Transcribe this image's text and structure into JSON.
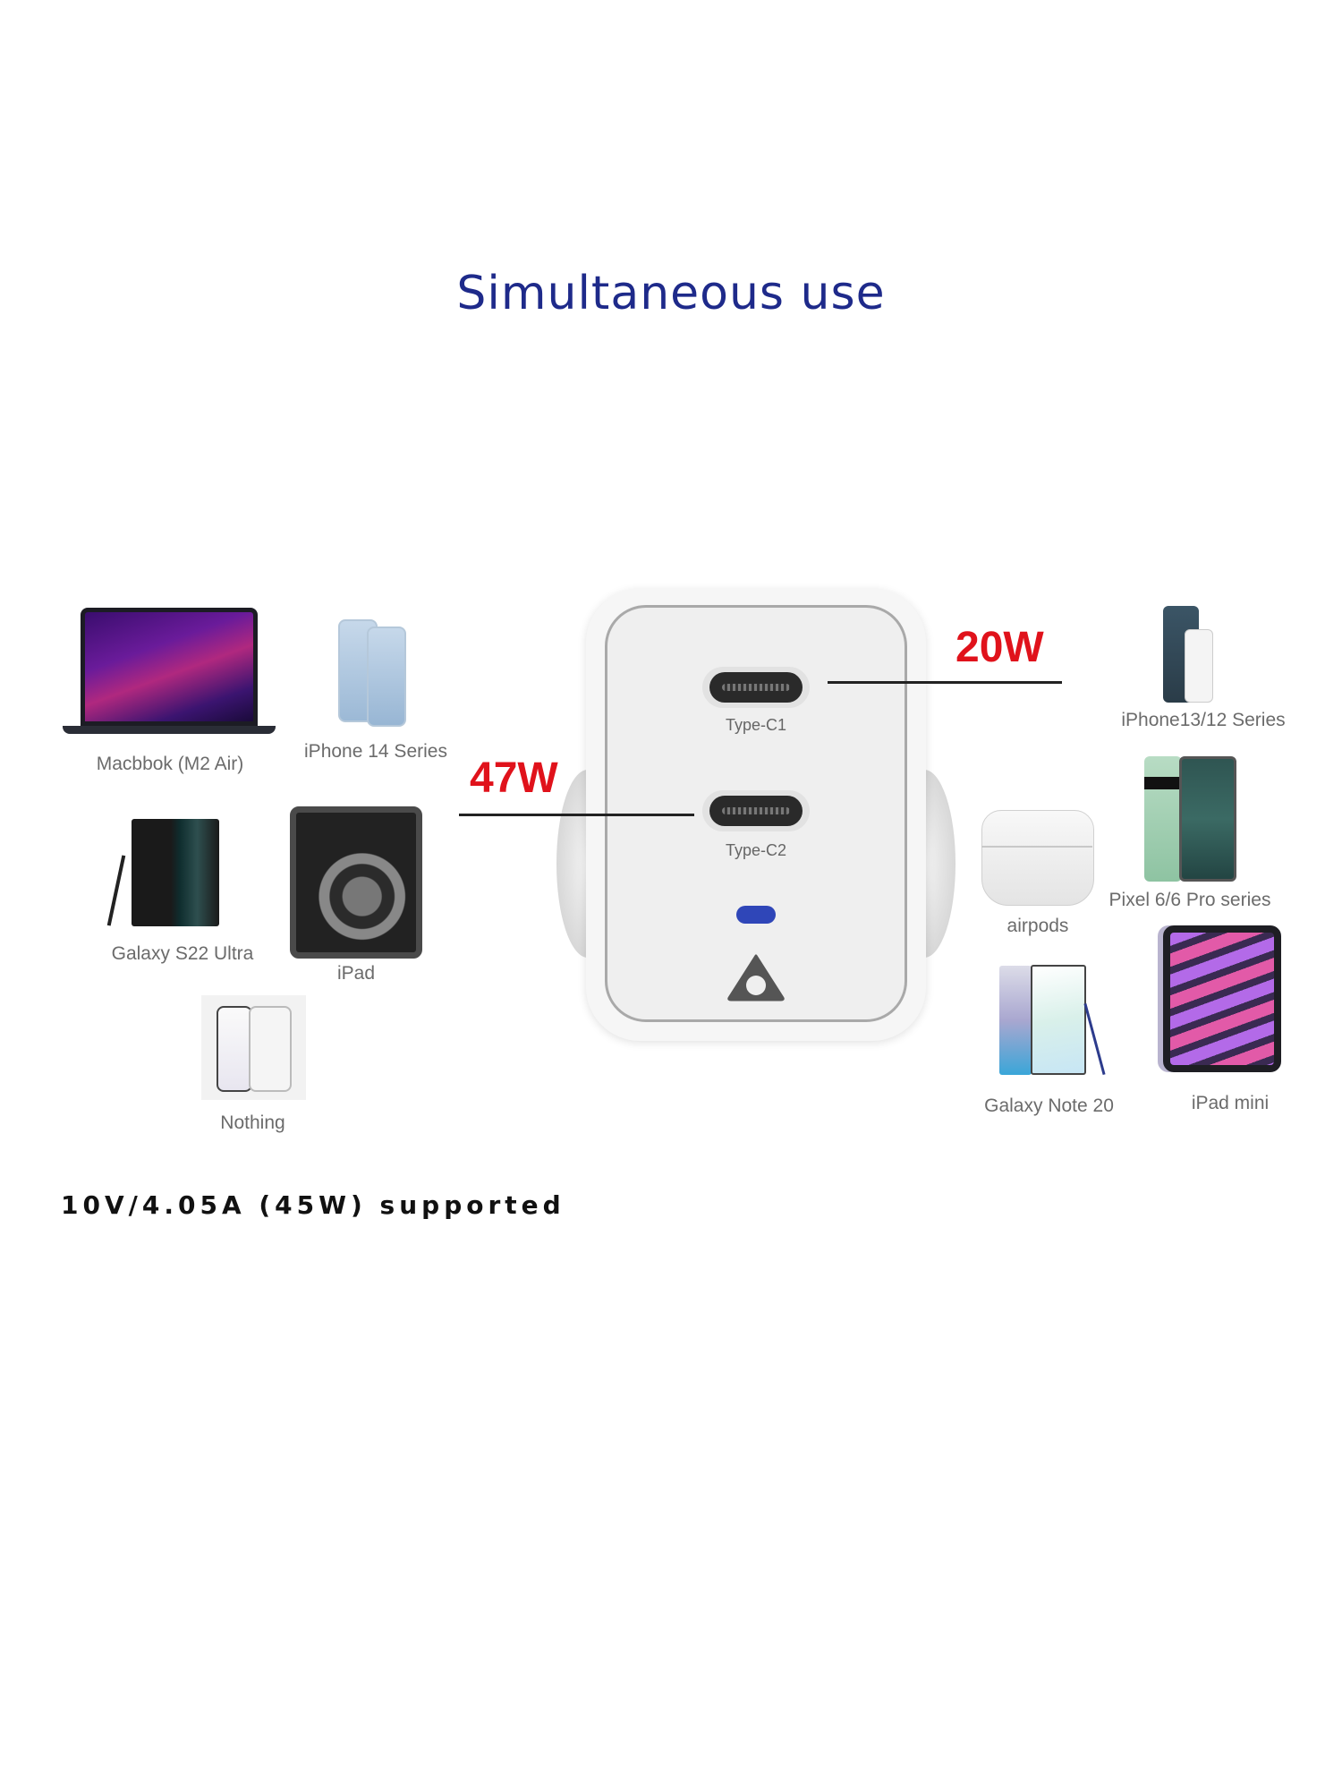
{
  "title": "Simultaneous use",
  "ports": {
    "c1": {
      "label": "Type-C1",
      "watt": "20W"
    },
    "c2": {
      "label": "Type-C2",
      "watt": "47W"
    }
  },
  "devices_left": [
    {
      "name": "Macbbok (M2 Air)",
      "icon": "laptop-icon"
    },
    {
      "name": "iPhone 14 Series",
      "icon": "phone-icon"
    },
    {
      "name": "Galaxy S22 Ultra",
      "icon": "phone-icon"
    },
    {
      "name": "iPad",
      "icon": "tablet-icon"
    },
    {
      "name": "Nothing",
      "icon": "phone-icon"
    }
  ],
  "devices_right": [
    {
      "name": "iPhone13/12 Series",
      "icon": "phone-icon"
    },
    {
      "name": "airpods",
      "icon": "earbuds-icon"
    },
    {
      "name": "Pixel 6/6 Pro series",
      "icon": "phone-icon"
    },
    {
      "name": "Galaxy Note 20",
      "icon": "phone-icon"
    },
    {
      "name": "iPad mini",
      "icon": "tablet-icon"
    }
  ],
  "footer": "10V/4.05A (45W) supported",
  "colors": {
    "title": "#1e2a8a",
    "watt": "#e0121b",
    "led": "#2f46b8"
  }
}
